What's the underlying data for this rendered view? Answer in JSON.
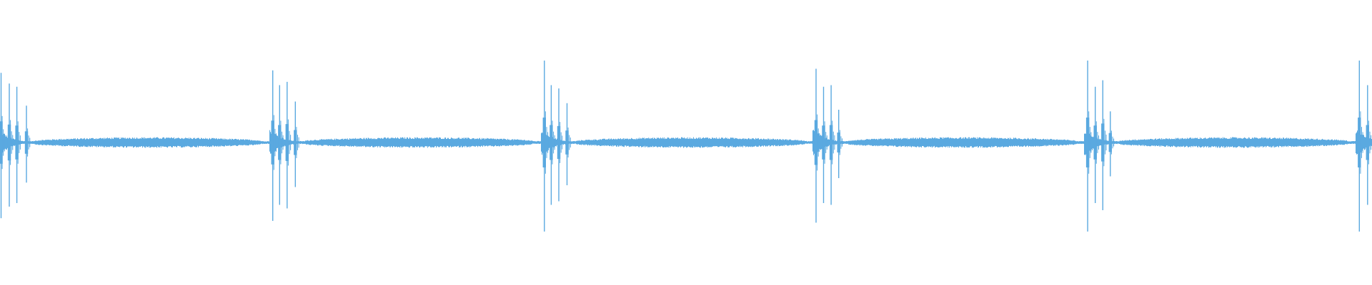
{
  "waveform": {
    "color": "#5aa9e0",
    "background": "#ffffff",
    "amplitude_range": [
      -1,
      1
    ],
    "noise_level": 0.04,
    "bursts": [
      {
        "time_fraction": 0.0,
        "spikes": [
          {
            "offset": 0.0,
            "amp": 0.85
          },
          {
            "offset": 0.006,
            "amp": 0.72
          },
          {
            "offset": 0.0115,
            "amp": 0.68
          },
          {
            "offset": 0.0185,
            "amp": 0.45
          }
        ]
      },
      {
        "time_fraction": 0.198,
        "spikes": [
          {
            "offset": 0.0,
            "amp": 0.88
          },
          {
            "offset": 0.005,
            "amp": 0.7
          },
          {
            "offset": 0.0105,
            "amp": 0.74
          },
          {
            "offset": 0.0165,
            "amp": 0.5
          }
        ]
      },
      {
        "time_fraction": 0.396,
        "spikes": [
          {
            "offset": 0.0,
            "amp": 1.0
          },
          {
            "offset": 0.005,
            "amp": 0.7
          },
          {
            "offset": 0.0105,
            "amp": 0.66
          },
          {
            "offset": 0.0165,
            "amp": 0.48
          }
        ]
      },
      {
        "time_fraction": 0.594,
        "spikes": [
          {
            "offset": 0.0,
            "amp": 0.9
          },
          {
            "offset": 0.0055,
            "amp": 0.68
          },
          {
            "offset": 0.011,
            "amp": 0.7
          },
          {
            "offset": 0.0165,
            "amp": 0.4
          }
        ]
      },
      {
        "time_fraction": 0.792,
        "spikes": [
          {
            "offset": 0.0,
            "amp": 1.0
          },
          {
            "offset": 0.0055,
            "amp": 0.68
          },
          {
            "offset": 0.011,
            "amp": 0.76
          },
          {
            "offset": 0.0165,
            "amp": 0.38
          }
        ]
      },
      {
        "time_fraction": 0.99,
        "spikes": [
          {
            "offset": 0.0,
            "amp": 1.0
          },
          {
            "offset": 0.006,
            "amp": 0.7
          }
        ]
      }
    ],
    "hum_segments": [
      {
        "start": 0.025,
        "end": 0.19,
        "amp": 0.05
      },
      {
        "start": 0.222,
        "end": 0.388,
        "amp": 0.05
      },
      {
        "start": 0.42,
        "end": 0.586,
        "amp": 0.05
      },
      {
        "start": 0.618,
        "end": 0.784,
        "amp": 0.05
      },
      {
        "start": 0.816,
        "end": 0.982,
        "amp": 0.05
      }
    ]
  }
}
